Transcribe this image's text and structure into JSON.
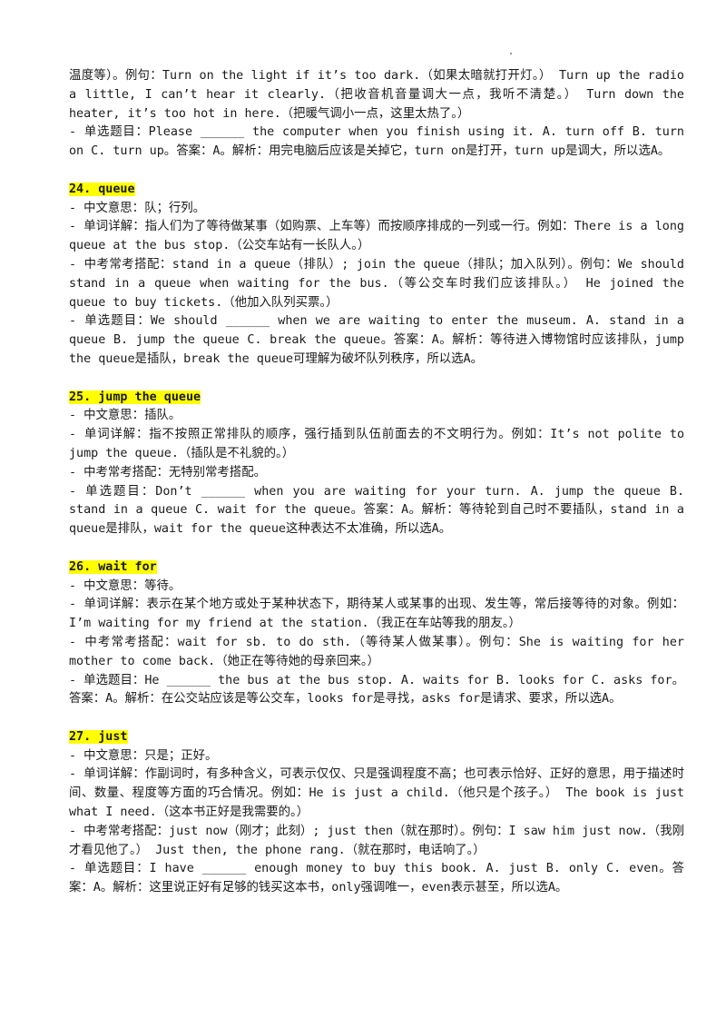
{
  "intro": [
    "温度等）。例句：Turn on the light if it’s too dark.（如果太暗就打开灯。） Turn up the radio a little, I can’t hear it clearly.（把收音机音量调大一点，我听不清楚。） Turn down the heater, it’s too hot in here.（把暖气调小一点，这里太热了。）",
    "- 单选题目：Please ______ the computer when you finish using it. A. turn off B. turn on C. turn up。答案：A。解析：用完电脑后应该是关掉它，turn on是打开，turn up是调大，所以选A。"
  ],
  "entries": [
    {
      "heading": "24. queue",
      "lines": [
        "- 中文意思：队；行列。",
        "- 单词详解：指人们为了等待做某事（如购票、上车等）而按顺序排成的一列或一行。例如：There is a long queue at the bus stop.（公交车站有一长队人。）",
        "- 中考常考搭配：stand in a queue（排队）; join the queue（排队；加入队列）。例句：We should stand in a queue when waiting for the bus.（等公交车时我们应该排队。） He joined the queue to buy tickets.（他加入队列买票。）",
        "- 单选题目：We should ______ when we are waiting to enter the museum. A. stand in a queue B. jump the queue C. break the queue。答案：A。解析：等待进入博物馆时应该排队，jump the queue是插队，break the queue可理解为破坏队列秩序，所以选A。"
      ]
    },
    {
      "heading": "25. jump the queue",
      "lines": [
        "- 中文意思：插队。",
        "- 单词详解：指不按照正常排队的顺序，强行插到队伍前面去的不文明行为。例如：It’s not polite to jump the queue.（插队是不礼貌的。）",
        "- 中考常考搭配：无特别常考搭配。",
        "- 单选题目：Don’t ______ when you are waiting for your turn. A. jump the queue B. stand in a queue C. wait for the queue。答案：A。解析：等待轮到自己时不要插队，stand in a queue是排队，wait for the queue这种表达不太准确，所以选A。"
      ]
    },
    {
      "heading": "26. wait for",
      "lines": [
        "- 中文意思：等待。",
        "- 单词详解：表示在某个地方或处于某种状态下，期待某人或某事的出现、发生等，常后接等待的对象。例如：I’m waiting for my friend at the station.（我正在车站等我的朋友。）",
        "- 中考常考搭配：wait for sb. to do sth.（等待某人做某事）。例句：She is waiting for her mother to come back.（她正在等待她的母亲回来。）",
        "- 单选题目：He ______ the bus at the bus stop. A. waits for B. looks for C. asks for。答案：A。解析：在公交站应该是等公交车，looks for是寻找，asks for是请求、要求，所以选A。"
      ]
    },
    {
      "heading": "27. just",
      "lines": [
        "- 中文意思：只是；正好。",
        "- 单词详解：作副词时，有多种含义，可表示仅仅、只是强调程度不高；也可表示恰好、正好的意思，用于描述时间、数量、程度等方面的巧合情况。例如：He is just a child.（他只是个孩子。） The book is just what I need.（这本书正好是我需要的。）",
        "- 中考常考搭配：just now（刚才；此刻）; just then（就在那时）。例句：I saw him just now.（我刚才看见他了。） Just then, the phone rang.（就在那时，电话响了。）",
        "- 单选题目：I have ______ enough money to buy this book. A. just B. only C. even。答案：A。解析：这里说正好有足够的钱买这本书，only强调唯一，even表示甚至，所以选A。"
      ]
    }
  ]
}
